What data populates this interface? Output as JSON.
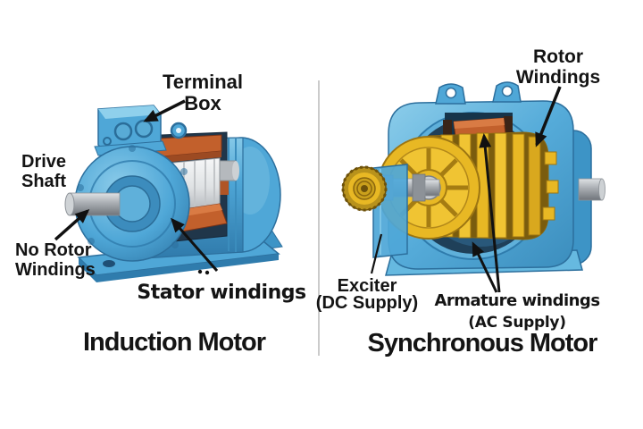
{
  "diagram": {
    "background": "#ffffff",
    "divider_color": "#cbcbcb",
    "left": {
      "title": "Induction Motor",
      "terminal_box": {
        "l1": "Terminal",
        "l2": "Box"
      },
      "drive_shaft": {
        "l1": "Drive",
        "l2": "Shaft"
      },
      "no_rotor_windings": {
        "l1": "No Rotor",
        "l2": "Windings"
      },
      "stator_windings": "Stator windings"
    },
    "right": {
      "title": "Synchronous Motor",
      "rotor_windings": {
        "l1": "Rotor",
        "l2": "Windings"
      },
      "exciter": {
        "l1": "Exciter",
        "l2": "(DC Supply)"
      },
      "armature_windings": {
        "l1": "Armature windings",
        "l2": "(AC Supply)"
      }
    },
    "colors": {
      "motor_blue": "#4fa7d7",
      "motor_blue_light": "#8ccdea",
      "motor_blue_dark": "#2c6f9d",
      "interior_dark": "#20364a",
      "winding_orange": "#c2602c",
      "winding_orange_dark": "#7a3317",
      "rotor_silver": "#e9eaec",
      "rotor_gold": "#e8b824",
      "rotor_gold_dark": "#9c7512",
      "shaft_gray": "#a9adb2",
      "label_black": "#141414"
    }
  }
}
